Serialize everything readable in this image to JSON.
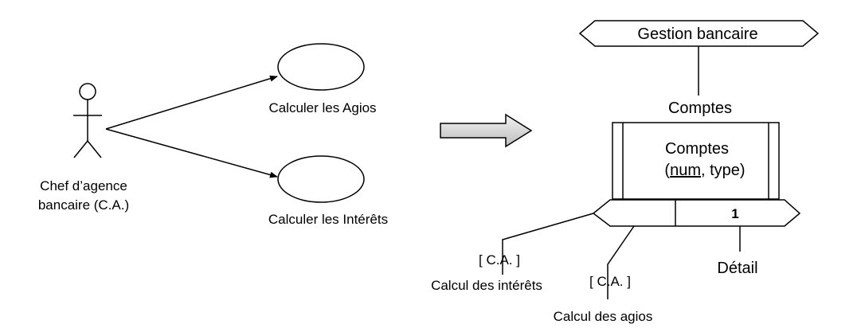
{
  "use_case": {
    "actor": {
      "line1": "Chef d’agence",
      "line2": "bancaire (C.A.)"
    },
    "use_cases": [
      {
        "label": "Calculer les Agios"
      },
      {
        "label": "Calculer les Intérêts"
      }
    ]
  },
  "model": {
    "process": "Gestion bancaire",
    "link_label": "Comptes",
    "class_name": "Comptes",
    "identifier": "num",
    "attributes_rest": ", type)",
    "open_paren": "(",
    "cardinality": "1",
    "detail": "Détail",
    "roles": [
      {
        "actor": "[ C.A. ]",
        "label": "Calcul des intérêts"
      },
      {
        "actor": "[ C.A. ]",
        "label": "Calcul des agios"
      }
    ]
  }
}
